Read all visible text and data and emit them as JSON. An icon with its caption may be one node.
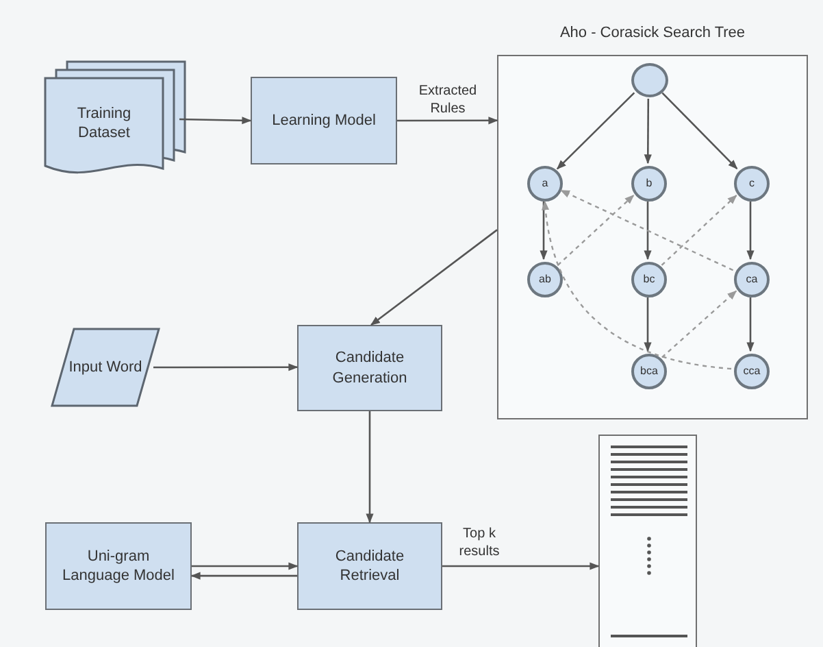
{
  "diagram": {
    "nodes": [
      {
        "text": [
          "Training Dataset"
        ]
      },
      {
        "text": [
          "Learning Model"
        ]
      },
      {
        "text": [
          "Aho - Corasick Search Tree"
        ]
      },
      {
        "text": [],
        "shape": "circle",
        "in": 2
      },
      {
        "text": [
          "a"
        ],
        "in": 2
      },
      {
        "text": [
          "b"
        ],
        "in": 2
      },
      {
        "text": [
          "c"
        ],
        "in": 2
      },
      {
        "text": [
          "ab"
        ],
        "in": 2
      },
      {
        "text": [
          "bc"
        ],
        "in": 2
      },
      {
        "text": [
          "ca"
        ],
        "in": 2
      },
      {
        "text": [
          "bca"
        ],
        "in": 2
      },
      {
        "text": [
          "cca"
        ],
        "in": 2
      },
      {
        "text": [
          "Input Word"
        ]
      },
      {
        "text": [
          "Candidate Generation"
        ]
      },
      {
        "text": [
          "Uni-gram Language Model"
        ]
      },
      {
        "text": [
          "Candidate Retrieval"
        ]
      },
      {
        "text": [],
        "shape": "document"
      }
    ],
    "edges": [
      {
        "from": 0,
        "to": 1,
        "arrow": "to"
      },
      {
        "from": 1,
        "to": 2,
        "arrow": "to",
        "label": "Extracted Rules"
      },
      {
        "from": 3,
        "to": 4,
        "arrow": "to"
      },
      {
        "from": 3,
        "to": 5,
        "arrow": "to"
      },
      {
        "from": 3,
        "to": 6,
        "arrow": "to"
      },
      {
        "from": 4,
        "to": 7,
        "arrow": "to"
      },
      {
        "from": 5,
        "to": 8,
        "arrow": "to"
      },
      {
        "from": 6,
        "to": 9,
        "arrow": "to"
      },
      {
        "from": 8,
        "to": 10,
        "arrow": "to"
      },
      {
        "from": 9,
        "to": 11,
        "arrow": "to"
      },
      {
        "from": 7,
        "to": 5,
        "arrow": "to",
        "style": "dashed",
        "color": "#9a9a9a"
      },
      {
        "from": 8,
        "to": 6,
        "arrow": "to",
        "style": "dashed",
        "color": "#9a9a9a"
      },
      {
        "from": 9,
        "to": 4,
        "arrow": "to",
        "style": "dashed",
        "color": "#9a9a9a"
      },
      {
        "from": 10,
        "to": 9,
        "arrow": "to",
        "style": "dashed",
        "color": "#9a9a9a"
      },
      {
        "from": 11,
        "to": 4,
        "arrow": "to",
        "style": "dashed",
        "color": "#9a9a9a"
      },
      {
        "from": 2,
        "to": 13,
        "arrow": "to"
      },
      {
        "from": 12,
        "to": 13,
        "arrow": "to"
      },
      {
        "from": 13,
        "to": 15,
        "arrow": "to"
      },
      {
        "from": 14,
        "to": 15,
        "arrow": "to"
      },
      {
        "from": 15,
        "to": 14,
        "arrow": "to"
      },
      {
        "from": 15,
        "to": 16,
        "arrow": "to",
        "label": "Top k results"
      }
    ]
  }
}
